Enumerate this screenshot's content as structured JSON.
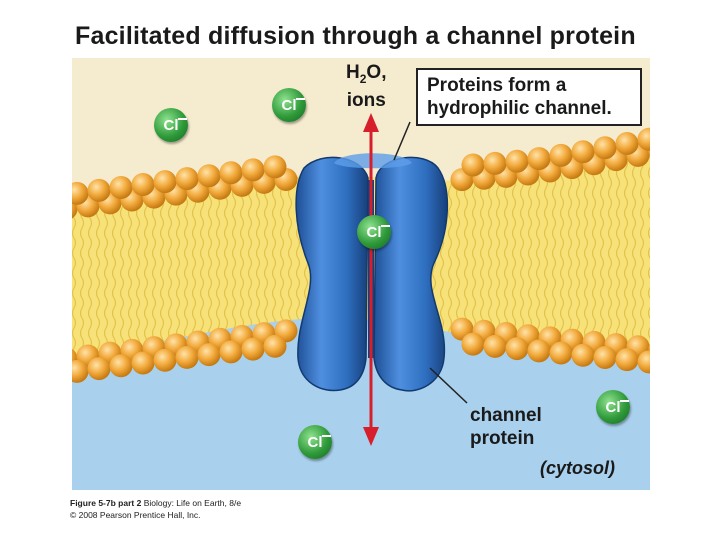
{
  "title": "Facilitated diffusion through a channel protein",
  "labels": {
    "transported_line1": "H2O,",
    "transported_h": "H",
    "transported_sub": "2",
    "transported_o": "O,",
    "transported_line2": "ions",
    "callout_line1": "Proteins form a",
    "callout_line2": "hydrophilic channel.",
    "channel_line1": "channel",
    "channel_line2": "protein",
    "cytosol": "(cytosol)"
  },
  "ions": [
    {
      "symbol": "Cl"
    },
    {
      "symbol": "Cl"
    },
    {
      "symbol": "Cl"
    },
    {
      "symbol": "Cl"
    },
    {
      "symbol": "Cl"
    }
  ],
  "caption": {
    "line1_bold": "Figure 5-7b part 2",
    "line1_rest": "Biology: Life on Earth, 8/e",
    "line2": "© 2008 Pearson Prentice Hall, Inc."
  },
  "colors": {
    "extracellular": "#f5ebcf",
    "cytosol": "#a9d0ec",
    "phospholipid_head": "#f2a93b",
    "lipid_tails": "#f7e27a",
    "protein": "#2f6fc0",
    "arrow": "#d71f2b",
    "ion": "#2f9a3a"
  }
}
